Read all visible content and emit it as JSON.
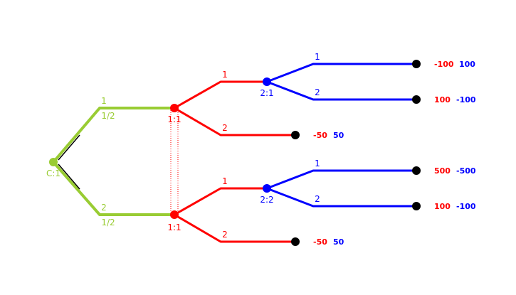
{
  "colors": {
    "chance": "#99cc33",
    "player1": "#ff0000",
    "player2": "#0000ff",
    "terminal": "#000000"
  },
  "nodes": {
    "chance": {
      "label": "C:1"
    },
    "p1_top": {
      "label": "1:1"
    },
    "p1_bottom": {
      "label": "1:1"
    },
    "p2_top": {
      "label": "2:1"
    },
    "p2_bottom": {
      "label": "2:2"
    }
  },
  "branches": {
    "chance_up": {
      "action": "1",
      "prob": "1/2"
    },
    "chance_down": {
      "action": "2",
      "prob": "1/2"
    },
    "p1_top_1": {
      "action": "1"
    },
    "p1_top_2": {
      "action": "2"
    },
    "p1_bottom_1": {
      "action": "1"
    },
    "p1_bottom_2": {
      "action": "2"
    },
    "p2_top_1": {
      "action": "1"
    },
    "p2_top_2": {
      "action": "2"
    },
    "p2_bottom_1": {
      "action": "1"
    },
    "p2_bottom_2": {
      "action": "2"
    }
  },
  "payoffs": [
    {
      "p1": "-100",
      "p2": "100"
    },
    {
      "p1": "100",
      "p2": "-100"
    },
    {
      "p1": "-50",
      "p2": "50"
    },
    {
      "p1": "500",
      "p2": "-500"
    },
    {
      "p1": "100",
      "p2": "-100"
    },
    {
      "p1": "-50",
      "p2": "50"
    }
  ]
}
